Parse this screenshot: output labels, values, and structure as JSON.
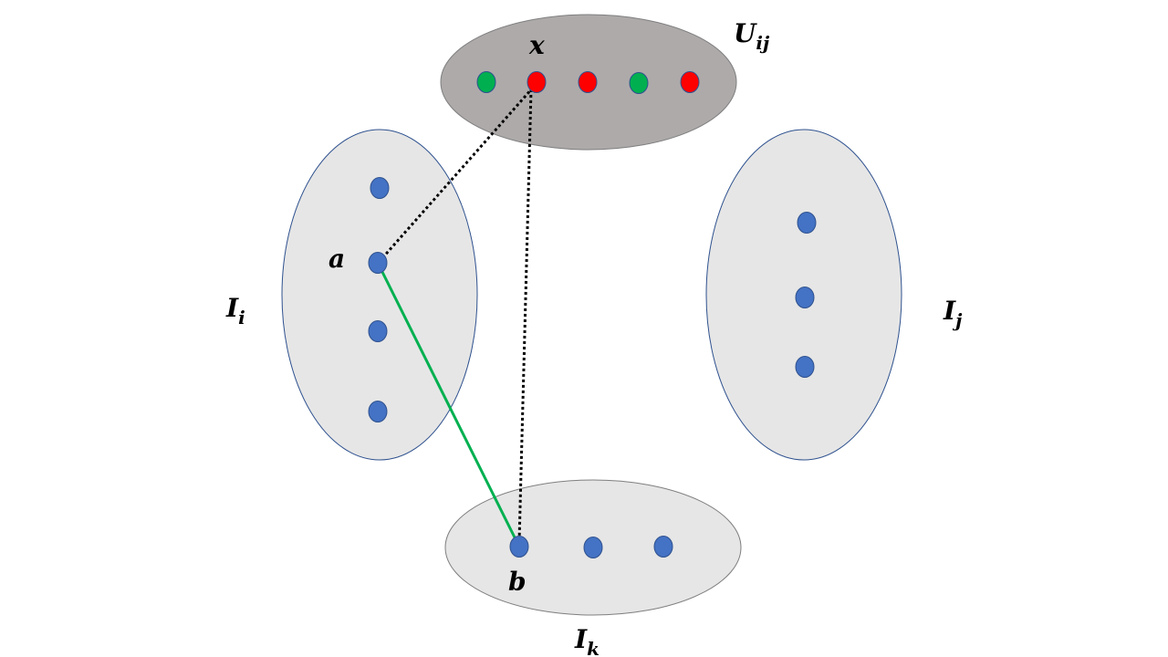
{
  "colors": {
    "set_fill": "#e6e6e6",
    "set_stroke_blue": "#2f528f",
    "set_stroke_gray": "#7f7f7f",
    "union_fill": "#aeaaaa",
    "union_stroke": "#7f7f7f",
    "node_blue": "#4472c4",
    "node_red": "#ff0000",
    "node_green": "#00b050",
    "edge_green": "#00b050",
    "edge_dotted": "#000000"
  },
  "sets": {
    "union": {
      "base": "U",
      "sub": "ij"
    },
    "left": {
      "base": "I",
      "sub": "i"
    },
    "right": {
      "base": "I",
      "sub": "j"
    },
    "bottom": {
      "base": "I",
      "sub": "k"
    }
  },
  "nodes": {
    "x": "x",
    "a": "a",
    "b": "b"
  },
  "union_node_colors": [
    "green",
    "red",
    "red",
    "green",
    "red"
  ],
  "edges": {
    "a_b": "solid-green",
    "x_a": "dotted-black",
    "x_b": "dotted-black"
  }
}
